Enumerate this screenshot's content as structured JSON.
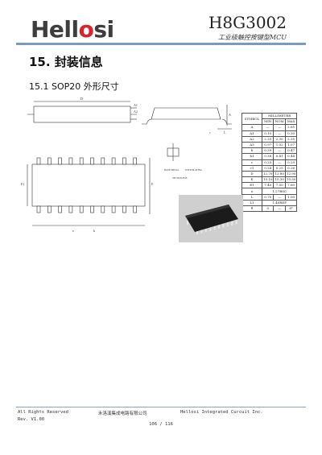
{
  "header": {
    "logo_prefix": "Hell",
    "logo_mid": "o",
    "logo_suffix": "si",
    "model": "H8G3002",
    "subtitle": "工业级触控按键型MCU",
    "rule_color": "#7a9ac8",
    "logo_accent_color": "#d8242a"
  },
  "section": {
    "title": "15. 封装信息",
    "subtitle": "15.1 SOP20 外形尺寸"
  },
  "drawing_labels": {
    "top_d": "D",
    "side_b": "b",
    "side_a1": "A1",
    "side_a2": "A2",
    "side_a": "A",
    "side_e1": "E1",
    "side_e": "E",
    "side_c": "c",
    "side_l": "L",
    "side_l1": "L1",
    "theta": "θ",
    "bottom_e": "e",
    "bottom_b": "b",
    "detail_a": "BASE METAL",
    "detail_b": "WITH PLATING",
    "section_label": "SECTION B-B"
  },
  "table": {
    "group_header": "MILLIMETER",
    "symbol_header": "SYMBOL",
    "cols": [
      "MIN",
      "NOM",
      "MAX"
    ],
    "rows": [
      {
        "sym": "A",
        "min": "—",
        "nom": "—",
        "max": "2.65"
      },
      {
        "sym": "A1",
        "min": "0.10",
        "nom": "—",
        "max": "0.30"
      },
      {
        "sym": "A2",
        "min": "2.25",
        "nom": "2.30",
        "max": "2.35"
      },
      {
        "sym": "A3",
        "min": "0.97",
        "nom": "1.02",
        "max": "1.07"
      },
      {
        "sym": "b",
        "min": "0.39",
        "nom": "—",
        "max": "0.47"
      },
      {
        "sym": "b1",
        "min": "0.38",
        "nom": "0.41",
        "max": "0.44"
      },
      {
        "sym": "c",
        "min": "0.25",
        "nom": "—",
        "max": "0.29"
      },
      {
        "sym": "c1",
        "min": "0.24",
        "nom": "0.25",
        "max": "0.26"
      },
      {
        "sym": "D",
        "min": "12.70",
        "nom": "12.80",
        "max": "12.90"
      },
      {
        "sym": "E",
        "min": "10.10",
        "nom": "10.30",
        "max": "10.50"
      },
      {
        "sym": "E1",
        "min": "7.40",
        "nom": "7.50",
        "max": "7.60"
      },
      {
        "sym": "e",
        "span": "1.27BSC"
      },
      {
        "sym": "L",
        "min": "0.70",
        "nom": "—",
        "max": "1.00"
      },
      {
        "sym": "L1",
        "span": "1.40REF"
      },
      {
        "sym": "θ",
        "min": "0",
        "nom": "—",
        "max": "8°"
      }
    ]
  },
  "footer": {
    "rights": "All Rights Reserved",
    "company_cn": "禾洛溪集成电路有限公司",
    "company_en": "Hellosi Integrated Curcuit Inc.",
    "rev": "Rev. V1.00",
    "page": "106 / 116"
  }
}
